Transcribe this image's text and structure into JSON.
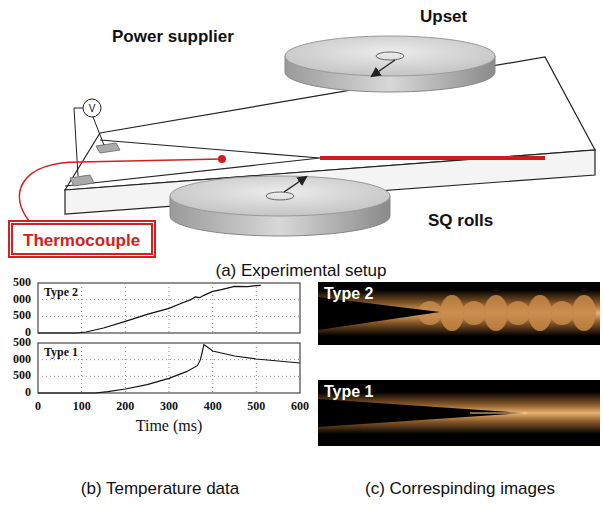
{
  "diagram": {
    "nodes": [
      {
        "text": [
          "Thermocouple"
        ]
      }
    ],
    "labels": [
      "Power supplier",
      "V",
      "Upset",
      "SQ rolls",
      "(a) Experimental setup",
      "500",
      "000",
      "500",
      "0",
      "Type 2",
      "500",
      "000",
      "500",
      "0",
      "Type 1",
      "0",
      "100",
      "200",
      "300",
      "400",
      "500",
      "600",
      "Time (ms)",
      "(b) Temperature data",
      "Type 2",
      "Type 1",
      "(c) Correspinding images"
    ]
  }
}
